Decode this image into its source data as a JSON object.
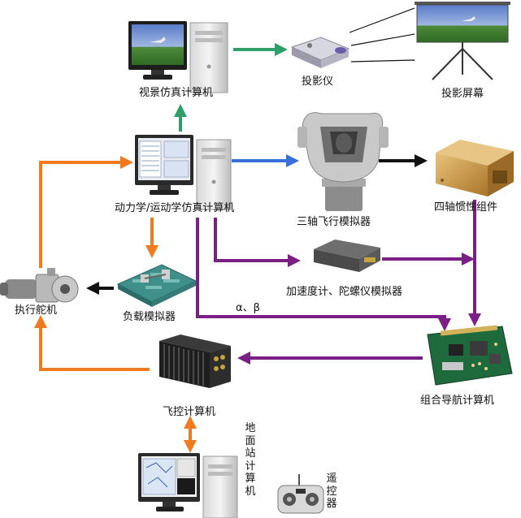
{
  "labels": {
    "visual_computer": "视景仿真计算机",
    "projector": "投影仪",
    "projection_screen": "投影屏幕",
    "dynamics_computer": "动力学/运动学仿真计算机",
    "three_axis_simulator": "三轴飞行模拟器",
    "four_axis_inertial": "四轴惯性组件",
    "actuator": "执行舵机",
    "load_simulator": "负载模拟器",
    "accel_gyro_simulator": "加速度计、陀螺仪模拟器",
    "alpha_beta": "α、β",
    "flight_control_computer": "飞控计算机",
    "integrated_nav_computer": "组合导航计算机",
    "ground_station_computer": "地面站计算机",
    "remote_controller": "遥控器"
  },
  "colors": {
    "green_arrow": "#2e9e6a",
    "blue_arrow": "#3a6fd8",
    "black_arrow": "#111111",
    "orange_arrow": "#f07a1e",
    "purple_arrow": "#7a1f86"
  },
  "icons": {
    "visual_computer": "desktop-computer-icon",
    "projector": "projector-icon",
    "projection_screen": "projection-screen-icon",
    "dynamics_computer": "desktop-computer-icon",
    "three_axis_simulator": "three-axis-turntable-icon",
    "four_axis_inertial": "inertial-unit-box-icon",
    "actuator": "servo-actuator-icon",
    "load_simulator": "load-simulator-icon",
    "accel_gyro_simulator": "sensor-box-icon",
    "flight_control_computer": "chassis-computer-icon",
    "integrated_nav_computer": "circuit-board-icon",
    "ground_station_computer": "desktop-computer-icon",
    "remote_controller": "remote-controller-icon"
  }
}
